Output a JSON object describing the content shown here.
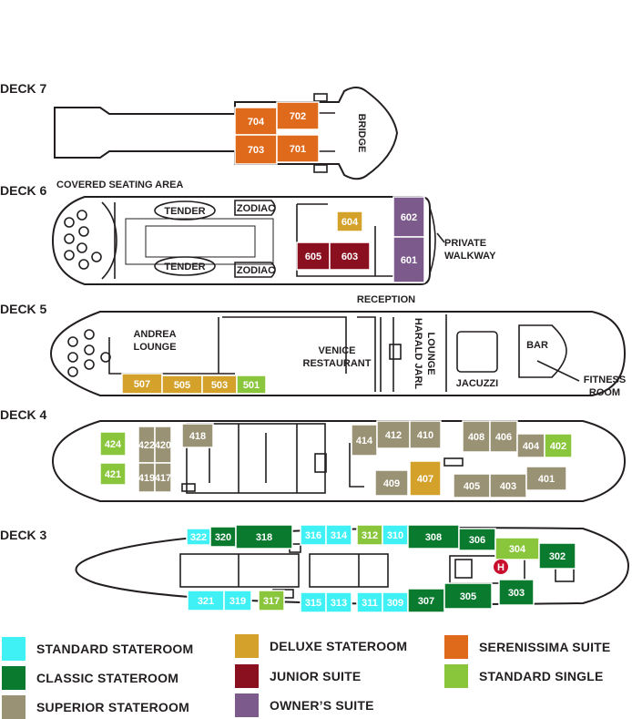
{
  "colors": {
    "standard": "#3ff0f5",
    "classic": "#0a7a2f",
    "superior": "#9a9274",
    "deluxe": "#d4a12a",
    "junior": "#8a1020",
    "owner": "#7c5a8c",
    "serenissima": "#e06a1c",
    "single": "#8ac63c",
    "outline": "#231f20"
  },
  "decks": {
    "d7": {
      "title": "DECK 7",
      "bridge": "BRIDGE"
    },
    "d6": {
      "title": "DECK 6",
      "covered": "COVERED SEATING AREA",
      "tender1": "TENDER",
      "tender2": "TENDER",
      "zodiac1": "ZODIAC",
      "zodiac2": "ZODIAC",
      "private1": "PRIVATE",
      "private2": "WALKWAY"
    },
    "d5": {
      "title": "DECK 5",
      "andrea1": "ANDREA",
      "andrea2": "LOUNGE",
      "venice1": "VENICE",
      "venice2": "RESTAURANT",
      "reception": "RECEPTION",
      "harald1": "HARALD JARL",
      "harald2": "LOUNGE",
      "jacuzzi": "JACUZZI",
      "bar": "BAR",
      "fitness1": "FITNESS",
      "fitness2": "ROOM"
    },
    "d4": {
      "title": "DECK 4"
    },
    "d3": {
      "title": "DECK 3",
      "helipad": "H"
    }
  },
  "cabins": {
    "c704": {
      "num": "704",
      "cat": "serenissima"
    },
    "c702": {
      "num": "702",
      "cat": "serenissima"
    },
    "c703": {
      "num": "703",
      "cat": "serenissima"
    },
    "c701": {
      "num": "701",
      "cat": "serenissima"
    },
    "c604": {
      "num": "604",
      "cat": "deluxe"
    },
    "c605": {
      "num": "605",
      "cat": "junior"
    },
    "c603": {
      "num": "603",
      "cat": "junior"
    },
    "c602": {
      "num": "602",
      "cat": "owner"
    },
    "c601": {
      "num": "601",
      "cat": "owner"
    },
    "c507": {
      "num": "507",
      "cat": "deluxe"
    },
    "c505": {
      "num": "505",
      "cat": "deluxe"
    },
    "c503": {
      "num": "503",
      "cat": "deluxe"
    },
    "c501": {
      "num": "501",
      "cat": "single"
    },
    "c424": {
      "num": "424",
      "cat": "single"
    },
    "c421": {
      "num": "421",
      "cat": "single"
    },
    "c422": {
      "num": "422",
      "cat": "superior"
    },
    "c420": {
      "num": "420",
      "cat": "superior"
    },
    "c419": {
      "num": "419",
      "cat": "superior"
    },
    "c417": {
      "num": "417",
      "cat": "superior"
    },
    "c418": {
      "num": "418",
      "cat": "superior"
    },
    "c414": {
      "num": "414",
      "cat": "superior"
    },
    "c412": {
      "num": "412",
      "cat": "superior"
    },
    "c410": {
      "num": "410",
      "cat": "superior"
    },
    "c409": {
      "num": "409",
      "cat": "superior"
    },
    "c407": {
      "num": "407",
      "cat": "deluxe"
    },
    "c408": {
      "num": "408",
      "cat": "superior"
    },
    "c406": {
      "num": "406",
      "cat": "superior"
    },
    "c404": {
      "num": "404",
      "cat": "superior"
    },
    "c402": {
      "num": "402",
      "cat": "single"
    },
    "c405": {
      "num": "405",
      "cat": "superior"
    },
    "c403": {
      "num": "403",
      "cat": "superior"
    },
    "c401": {
      "num": "401",
      "cat": "superior"
    },
    "c322": {
      "num": "322",
      "cat": "standard"
    },
    "c320": {
      "num": "320",
      "cat": "classic"
    },
    "c318": {
      "num": "318",
      "cat": "classic"
    },
    "c316": {
      "num": "316",
      "cat": "standard"
    },
    "c314": {
      "num": "314",
      "cat": "standard"
    },
    "c312": {
      "num": "312",
      "cat": "single"
    },
    "c310": {
      "num": "310",
      "cat": "standard"
    },
    "c308": {
      "num": "308",
      "cat": "classic"
    },
    "c306": {
      "num": "306",
      "cat": "classic"
    },
    "c304": {
      "num": "304",
      "cat": "single"
    },
    "c302": {
      "num": "302",
      "cat": "classic"
    },
    "c321": {
      "num": "321",
      "cat": "standard"
    },
    "c319": {
      "num": "319",
      "cat": "standard"
    },
    "c317": {
      "num": "317",
      "cat": "single"
    },
    "c315": {
      "num": "315",
      "cat": "standard"
    },
    "c313": {
      "num": "313",
      "cat": "standard"
    },
    "c311": {
      "num": "311",
      "cat": "standard"
    },
    "c309": {
      "num": "309",
      "cat": "standard"
    },
    "c307": {
      "num": "307",
      "cat": "classic"
    },
    "c305": {
      "num": "305",
      "cat": "classic"
    },
    "c303": {
      "num": "303",
      "cat": "classic"
    }
  },
  "legend": {
    "standard": "STANDARD STATEROOM",
    "classic": "CLASSIC STATEROOM",
    "superior": "SUPERIOR STATEROOM",
    "deluxe": "DELUXE STATEROOM",
    "junior": "JUNIOR SUITE",
    "owner": "OWNER’S SUITE",
    "serenissima": "SERENISSIMA SUITE",
    "single": "STANDARD SINGLE"
  }
}
